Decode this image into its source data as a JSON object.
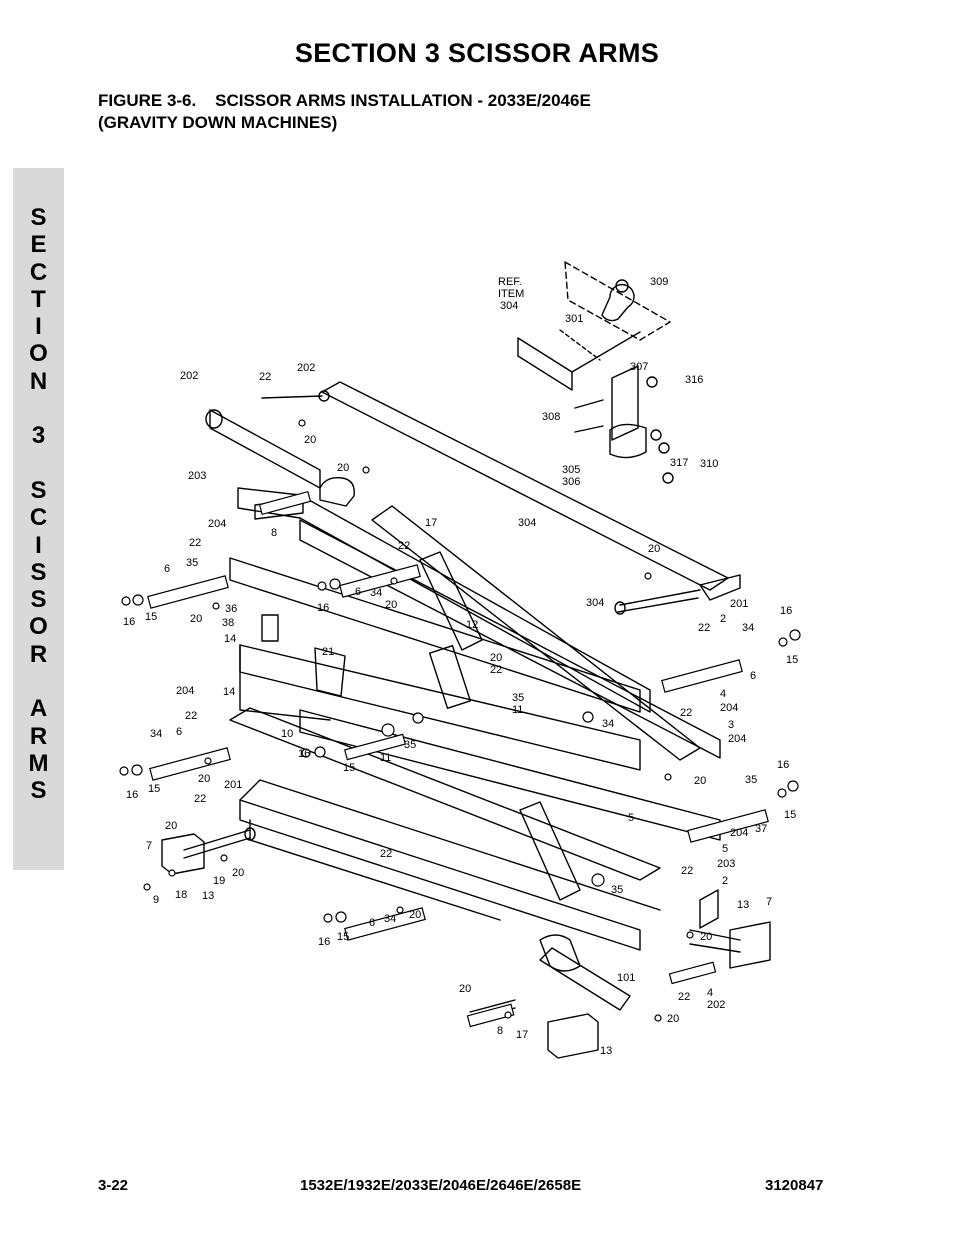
{
  "header": {
    "section_title": "SECTION 3   SCISSOR ARMS",
    "figure_title_line1": "FIGURE 3-6.    SCISSOR ARMS INSTALLATION - 2033E/2046E",
    "figure_title_line2": "(GRAVITY DOWN MACHINES)"
  },
  "side_tab": {
    "letters": [
      "S",
      "E",
      "C",
      "T",
      "I",
      "O",
      "N",
      "",
      "3",
      "",
      "S",
      "C",
      "I",
      "S",
      "S",
      "O",
      "R",
      "",
      "A",
      "R",
      "M",
      "S"
    ]
  },
  "drawing": {
    "ref_lines": [
      "REF.",
      "ITEM",
      "304"
    ],
    "labels": [
      {
        "id": "l309",
        "text": "309"
      },
      {
        "id": "l301",
        "text": "301"
      },
      {
        "id": "l307",
        "text": "307"
      },
      {
        "id": "l316",
        "text": "316"
      },
      {
        "id": "l308",
        "text": "308"
      },
      {
        "id": "l305",
        "text": "305"
      },
      {
        "id": "l306",
        "text": "306"
      },
      {
        "id": "l317",
        "text": "317"
      },
      {
        "id": "l310",
        "text": "310"
      },
      {
        "id": "l202a",
        "text": "202"
      },
      {
        "id": "l22a",
        "text": "22"
      },
      {
        "id": "l202b",
        "text": "202"
      },
      {
        "id": "l20a",
        "text": "20"
      },
      {
        "id": "l203a",
        "text": "203"
      },
      {
        "id": "l20b",
        "text": "20"
      },
      {
        "id": "l8a",
        "text": "8"
      },
      {
        "id": "l17a",
        "text": "17"
      },
      {
        "id": "l304a",
        "text": "304"
      },
      {
        "id": "l204a",
        "text": "204"
      },
      {
        "id": "l22b",
        "text": "22"
      },
      {
        "id": "l35a",
        "text": "35"
      },
      {
        "id": "l6a",
        "text": "6"
      },
      {
        "id": "l16a",
        "text": "16"
      },
      {
        "id": "l15a",
        "text": "15"
      },
      {
        "id": "l20c",
        "text": "20"
      },
      {
        "id": "l36",
        "text": "36"
      },
      {
        "id": "l38",
        "text": "38"
      },
      {
        "id": "l14a",
        "text": "14"
      },
      {
        "id": "l22c",
        "text": "22"
      },
      {
        "id": "l16b",
        "text": "16"
      },
      {
        "id": "l6b",
        "text": "6"
      },
      {
        "id": "l34a",
        "text": "34"
      },
      {
        "id": "l20d",
        "text": "20"
      },
      {
        "id": "l20e",
        "text": "20"
      },
      {
        "id": "l304b",
        "text": "304"
      },
      {
        "id": "l201a",
        "text": "201"
      },
      {
        "id": "l22d",
        "text": "22"
      },
      {
        "id": "l16c",
        "text": "16"
      },
      {
        "id": "l2a",
        "text": "2"
      },
      {
        "id": "l34b",
        "text": "34"
      },
      {
        "id": "l15b",
        "text": "15"
      },
      {
        "id": "l6c",
        "text": "6"
      },
      {
        "id": "l4a",
        "text": "4"
      },
      {
        "id": "l204b",
        "text": "204"
      },
      {
        "id": "l12",
        "text": "12"
      },
      {
        "id": "l21",
        "text": "21"
      },
      {
        "id": "l20f",
        "text": "20"
      },
      {
        "id": "l22e",
        "text": "22"
      },
      {
        "id": "l204c",
        "text": "204"
      },
      {
        "id": "l14b",
        "text": "14"
      },
      {
        "id": "l35b",
        "text": "35"
      },
      {
        "id": "l11a",
        "text": "11"
      },
      {
        "id": "l34c",
        "text": "34"
      },
      {
        "id": "l22f",
        "text": "22"
      },
      {
        "id": "l3",
        "text": "3"
      },
      {
        "id": "l204d",
        "text": "204"
      },
      {
        "id": "l22g",
        "text": "22"
      },
      {
        "id": "l34d",
        "text": "34"
      },
      {
        "id": "l6d",
        "text": "6"
      },
      {
        "id": "l10",
        "text": "10"
      },
      {
        "id": "l16d",
        "text": "16"
      },
      {
        "id": "l15c",
        "text": "15"
      },
      {
        "id": "l35c",
        "text": "35"
      },
      {
        "id": "l11b",
        "text": "11"
      },
      {
        "id": "l20g",
        "text": "20"
      },
      {
        "id": "l16e",
        "text": "16"
      },
      {
        "id": "l15d",
        "text": "15"
      },
      {
        "id": "l201b",
        "text": "201"
      },
      {
        "id": "l20h",
        "text": "20"
      },
      {
        "id": "l16f",
        "text": "16"
      },
      {
        "id": "l35d",
        "text": "35"
      },
      {
        "id": "l15e",
        "text": "15"
      },
      {
        "id": "l204e",
        "text": "204"
      },
      {
        "id": "l37",
        "text": "37"
      },
      {
        "id": "l5a",
        "text": "5"
      },
      {
        "id": "l22h",
        "text": "22"
      },
      {
        "id": "l20i",
        "text": "20"
      },
      {
        "id": "l7a",
        "text": "7"
      },
      {
        "id": "l19",
        "text": "19"
      },
      {
        "id": "l20j",
        "text": "20"
      },
      {
        "id": "l9",
        "text": "9"
      },
      {
        "id": "l18",
        "text": "18"
      },
      {
        "id": "l13a",
        "text": "13"
      },
      {
        "id": "l5b",
        "text": "5"
      },
      {
        "id": "l203b",
        "text": "203"
      },
      {
        "id": "l22i",
        "text": "22"
      },
      {
        "id": "l22j",
        "text": "22"
      },
      {
        "id": "l2b",
        "text": "2"
      },
      {
        "id": "l35e",
        "text": "35"
      },
      {
        "id": "l16g",
        "text": "16"
      },
      {
        "id": "l15f",
        "text": "15"
      },
      {
        "id": "l6e",
        "text": "6"
      },
      {
        "id": "l34e",
        "text": "34"
      },
      {
        "id": "l20k",
        "text": "20"
      },
      {
        "id": "l13b",
        "text": "13"
      },
      {
        "id": "l7b",
        "text": "7"
      },
      {
        "id": "l20l",
        "text": "20"
      },
      {
        "id": "l101",
        "text": "101"
      },
      {
        "id": "l20m",
        "text": "20"
      },
      {
        "id": "l22k",
        "text": "22"
      },
      {
        "id": "l4b",
        "text": "4"
      },
      {
        "id": "l202c",
        "text": "202"
      },
      {
        "id": "l8b",
        "text": "8"
      },
      {
        "id": "l17b",
        "text": "17"
      },
      {
        "id": "l20n",
        "text": "20"
      },
      {
        "id": "l13c",
        "text": "13"
      }
    ]
  },
  "footer": {
    "page_number": "3-22",
    "models": "1532E/1932E/2033E/2046E/2646E/2658E",
    "document_number": "3120847"
  }
}
